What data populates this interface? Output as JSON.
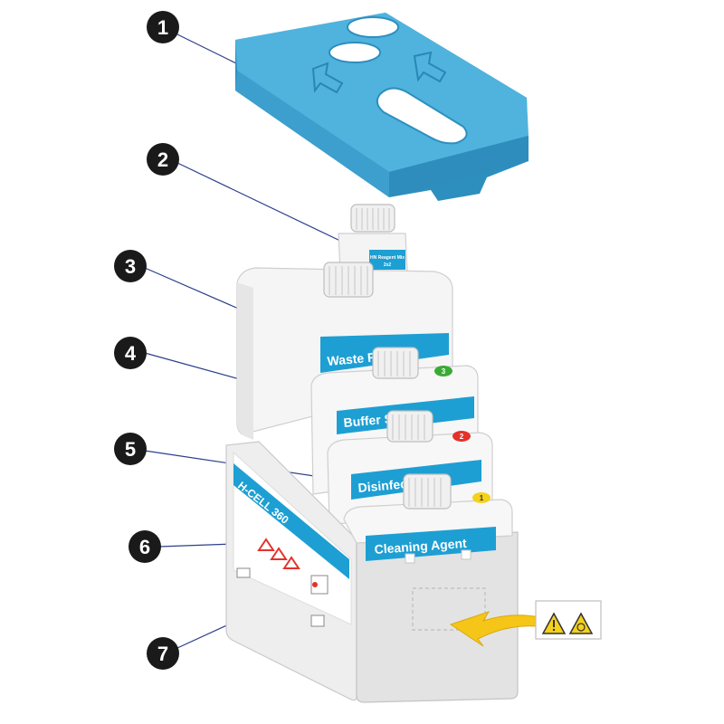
{
  "callouts": [
    {
      "num": "1"
    },
    {
      "num": "2"
    },
    {
      "num": "3"
    },
    {
      "num": "4"
    },
    {
      "num": "5"
    },
    {
      "num": "6"
    },
    {
      "num": "7"
    }
  ],
  "bottles": {
    "reagent_label": "HN Reagent Mix",
    "reagent_sub": "2x2",
    "waste": "Waste R",
    "buffer": "Buffer Sol",
    "disinfect": "Disinfect",
    "cleaning": "Cleaning Agent",
    "badge_buffer": "3",
    "badge_disinfect": "2",
    "badge_cleaning": "1"
  },
  "box": {
    "brand": "H-CELL 360"
  },
  "colors": {
    "lid_blue": "#4fb3de",
    "label_blue": "#1d9fd3",
    "callout_black": "#1a1a1a",
    "badge_green": "#3aaa35",
    "badge_red": "#e3322b",
    "badge_yellow": "#f4d11b",
    "arrow_yellow": "#f5c518"
  }
}
